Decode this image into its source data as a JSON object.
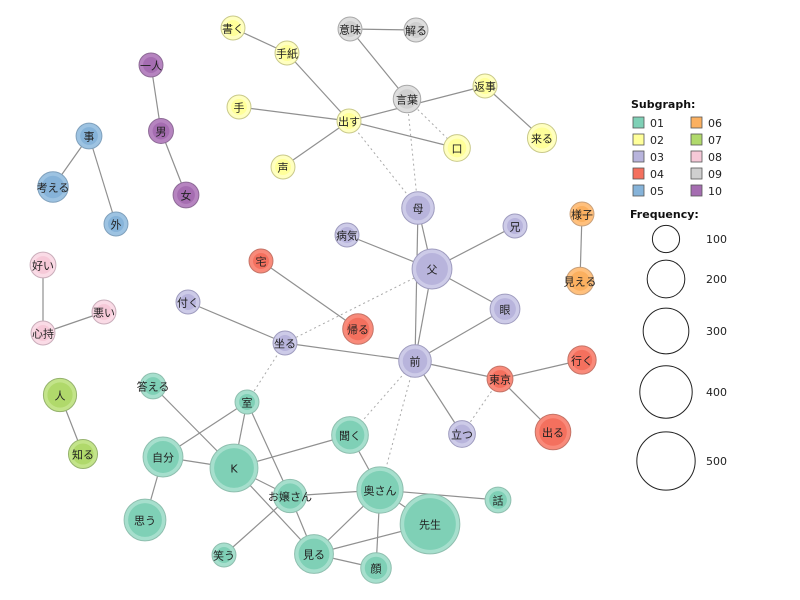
{
  "groups": {
    "01": {
      "fill": "#a6dfcd",
      "core": "#7fd0b6",
      "stroke": "#8fbfaf"
    },
    "02": {
      "fill": "#ffffc0",
      "core": "#ffff9a",
      "stroke": "#c9c98a"
    },
    "03": {
      "fill": "#cdcbe8",
      "core": "#b8b4dc",
      "stroke": "#9f9cbf"
    },
    "04": {
      "fill": "#f98a7a",
      "core": "#f4705e",
      "stroke": "#c57467"
    },
    "05": {
      "fill": "#9dc3e2",
      "core": "#86b3d9",
      "stroke": "#7fa0bc"
    },
    "06": {
      "fill": "#ffc07d",
      "core": "#fbb060",
      "stroke": "#c9a07a"
    },
    "07": {
      "fill": "#c3e48a",
      "core": "#b0d96b",
      "stroke": "#96b36e"
    },
    "08": {
      "fill": "#fadbe6",
      "core": "#f6c9d8",
      "stroke": "#c9adba"
    },
    "09": {
      "fill": "#dedede",
      "core": "#cfcfcf",
      "stroke": "#a9a9a9"
    },
    "10": {
      "fill": "#b684c0",
      "core": "#a56db1",
      "stroke": "#8d6a96"
    }
  },
  "nodes": [
    {
      "id": "kaku",
      "label": "書く",
      "group": "02",
      "freq": 40
    },
    {
      "id": "tegami",
      "label": "手紙",
      "group": "02",
      "freq": 40
    },
    {
      "id": "imi",
      "label": "意味",
      "group": "09",
      "freq": 40
    },
    {
      "id": "wakaru",
      "label": "解る",
      "group": "09",
      "freq": 40
    },
    {
      "id": "hitori",
      "label": "一人",
      "group": "10",
      "freq": 40
    },
    {
      "id": "otoko",
      "label": "男",
      "group": "10",
      "freq": 45
    },
    {
      "id": "onna",
      "label": "女",
      "group": "10",
      "freq": 50
    },
    {
      "id": "te",
      "label": "手",
      "group": "02",
      "freq": 40
    },
    {
      "id": "dasu",
      "label": "出す",
      "group": "02",
      "freq": 40
    },
    {
      "id": "kotoba",
      "label": "言葉",
      "group": "09",
      "freq": 60
    },
    {
      "id": "henji",
      "label": "返事",
      "group": "02",
      "freq": 40
    },
    {
      "id": "kuru",
      "label": "来る",
      "group": "02",
      "freq": 70
    },
    {
      "id": "kuchi",
      "label": "口",
      "group": "02",
      "freq": 55
    },
    {
      "id": "koe",
      "label": "声",
      "group": "02",
      "freq": 40
    },
    {
      "id": "koto",
      "label": "事",
      "group": "05",
      "freq": 50
    },
    {
      "id": "kangaeru",
      "label": "考える",
      "group": "05",
      "freq": 80
    },
    {
      "id": "soto",
      "label": "外",
      "group": "05",
      "freq": 40
    },
    {
      "id": "haha",
      "label": "母",
      "group": "03",
      "freq": 95
    },
    {
      "id": "byouki",
      "label": "病気",
      "group": "03",
      "freq": 40
    },
    {
      "id": "ani",
      "label": "兄",
      "group": "03",
      "freq": 40
    },
    {
      "id": "yousu",
      "label": "様子",
      "group": "06",
      "freq": 40
    },
    {
      "id": "taku",
      "label": "宅",
      "group": "04",
      "freq": 40
    },
    {
      "id": "chichi",
      "label": "父",
      "group": "03",
      "freq": 160
    },
    {
      "id": "yoi",
      "label": "好い",
      "group": "08",
      "freq": 50
    },
    {
      "id": "mieru",
      "label": "見える",
      "group": "06",
      "freq": 60
    },
    {
      "id": "tsuku",
      "label": "付く",
      "group": "03",
      "freq": 40
    },
    {
      "id": "kaeru",
      "label": "帰る",
      "group": "04",
      "freq": 80
    },
    {
      "id": "me",
      "label": "眼",
      "group": "03",
      "freq": 75
    },
    {
      "id": "warui",
      "label": "悪い",
      "group": "08",
      "freq": 40
    },
    {
      "id": "kokoromochi",
      "label": "心持",
      "group": "08",
      "freq": 40
    },
    {
      "id": "suwaru",
      "label": "坐る",
      "group": "03",
      "freq": 40
    },
    {
      "id": "mae",
      "label": "前",
      "group": "03",
      "freq": 95
    },
    {
      "id": "iku",
      "label": "行く",
      "group": "04",
      "freq": 65
    },
    {
      "id": "hito",
      "label": "人",
      "group": "07",
      "freq": 100
    },
    {
      "id": "kotaeru",
      "label": "答える",
      "group": "01",
      "freq": 50
    },
    {
      "id": "tokyo",
      "label": "東京",
      "group": "04",
      "freq": 50
    },
    {
      "id": "shitsu",
      "label": "室",
      "group": "01",
      "freq": 40
    },
    {
      "id": "kiku",
      "label": "聞く",
      "group": "01",
      "freq": 130
    },
    {
      "id": "tatsu",
      "label": "立つ",
      "group": "03",
      "freq": 55
    },
    {
      "id": "deru",
      "label": "出る",
      "group": "04",
      "freq": 120
    },
    {
      "id": "shiru",
      "label": "知る",
      "group": "07",
      "freq": 70
    },
    {
      "id": "jibun",
      "label": "自分",
      "group": "01",
      "freq": 160
    },
    {
      "id": "K",
      "label": "K",
      "group": "01",
      "freq": 250
    },
    {
      "id": "okusan",
      "label": "奥さん",
      "group": "01",
      "freq": 230
    },
    {
      "id": "ojousan",
      "label": "お嬢さん",
      "group": "01",
      "freq": 100
    },
    {
      "id": "hanashi",
      "label": "話",
      "group": "01",
      "freq": 50
    },
    {
      "id": "omou",
      "label": "思う",
      "group": "01",
      "freq": 180
    },
    {
      "id": "sensei",
      "label": "先生",
      "group": "01",
      "freq": 420
    },
    {
      "id": "warau",
      "label": "笑う",
      "group": "01",
      "freq": 40
    },
    {
      "id": "miru",
      "label": "見る",
      "group": "01",
      "freq": 150
    },
    {
      "id": "kao",
      "label": "顔",
      "group": "01",
      "freq": 80
    }
  ],
  "edges": [
    {
      "from": "kaku",
      "to": "tegami",
      "dashed": false
    },
    {
      "from": "tegami",
      "to": "dasu",
      "dashed": false
    },
    {
      "from": "imi",
      "to": "wakaru",
      "dashed": false
    },
    {
      "from": "imi",
      "to": "kotoba",
      "dashed": false
    },
    {
      "from": "hitori",
      "to": "otoko",
      "dashed": false
    },
    {
      "from": "otoko",
      "to": "onna",
      "dashed": false
    },
    {
      "from": "te",
      "to": "dasu",
      "dashed": false
    },
    {
      "from": "dasu",
      "to": "kuchi",
      "dashed": false
    },
    {
      "from": "dasu",
      "to": "koe",
      "dashed": false
    },
    {
      "from": "dasu",
      "to": "henji",
      "dashed": false
    },
    {
      "from": "henji",
      "to": "kuru",
      "dashed": false
    },
    {
      "from": "dasu",
      "to": "haha",
      "dashed": true
    },
    {
      "from": "kotoba",
      "to": "kuchi",
      "dashed": true
    },
    {
      "from": "kotoba",
      "to": "haha",
      "dashed": true
    },
    {
      "from": "koto",
      "to": "kangaeru",
      "dashed": false
    },
    {
      "from": "koto",
      "to": "soto",
      "dashed": false
    },
    {
      "from": "haha",
      "to": "chichi",
      "dashed": false
    },
    {
      "from": "haha",
      "to": "mae",
      "dashed": false
    },
    {
      "from": "byouki",
      "to": "chichi",
      "dashed": false
    },
    {
      "from": "ani",
      "to": "chichi",
      "dashed": false
    },
    {
      "from": "chichi",
      "to": "me",
      "dashed": false
    },
    {
      "from": "chichi",
      "to": "mae",
      "dashed": false
    },
    {
      "from": "chichi",
      "to": "suwaru",
      "dashed": true
    },
    {
      "from": "yousu",
      "to": "mieru",
      "dashed": false
    },
    {
      "from": "taku",
      "to": "kaeru",
      "dashed": false
    },
    {
      "from": "yoi",
      "to": "kokoromochi",
      "dashed": false
    },
    {
      "from": "warui",
      "to": "kokoromochi",
      "dashed": false
    },
    {
      "from": "tsuku",
      "to": "suwaru",
      "dashed": false
    },
    {
      "from": "suwaru",
      "to": "mae",
      "dashed": false
    },
    {
      "from": "suwaru",
      "to": "shitsu",
      "dashed": true
    },
    {
      "from": "mae",
      "to": "me",
      "dashed": false
    },
    {
      "from": "mae",
      "to": "tokyo",
      "dashed": false
    },
    {
      "from": "mae",
      "to": "tatsu",
      "dashed": false
    },
    {
      "from": "mae",
      "to": "kiku",
      "dashed": true
    },
    {
      "from": "mae",
      "to": "okusan",
      "dashed": true
    },
    {
      "from": "tokyo",
      "to": "iku",
      "dashed": false
    },
    {
      "from": "tokyo",
      "to": "deru",
      "dashed": false
    },
    {
      "from": "tokyo",
      "to": "tatsu",
      "dashed": true
    },
    {
      "from": "hito",
      "to": "shiru",
      "dashed": false
    },
    {
      "from": "kotaeru",
      "to": "K",
      "dashed": false
    },
    {
      "from": "shitsu",
      "to": "jibun",
      "dashed": false
    },
    {
      "from": "shitsu",
      "to": "K",
      "dashed": false
    },
    {
      "from": "shitsu",
      "to": "ojousan",
      "dashed": false
    },
    {
      "from": "jibun",
      "to": "K",
      "dashed": false
    },
    {
      "from": "jibun",
      "to": "omou",
      "dashed": false
    },
    {
      "from": "K",
      "to": "kiku",
      "dashed": false
    },
    {
      "from": "K",
      "to": "ojousan",
      "dashed": false
    },
    {
      "from": "K",
      "to": "miru",
      "dashed": false
    },
    {
      "from": "kiku",
      "to": "okusan",
      "dashed": false
    },
    {
      "from": "okusan",
      "to": "ojousan",
      "dashed": false
    },
    {
      "from": "okusan",
      "to": "hanashi",
      "dashed": false
    },
    {
      "from": "okusan",
      "to": "sensei",
      "dashed": false
    },
    {
      "from": "okusan",
      "to": "miru",
      "dashed": false
    },
    {
      "from": "okusan",
      "to": "kao",
      "dashed": false
    },
    {
      "from": "ojousan",
      "to": "miru",
      "dashed": false
    },
    {
      "from": "ojousan",
      "to": "warau",
      "dashed": false
    },
    {
      "from": "sensei",
      "to": "miru",
      "dashed": false
    },
    {
      "from": "miru",
      "to": "kao",
      "dashed": false
    }
  ],
  "legend": {
    "subgraph_title": "Subgraph:",
    "subgraph_items": [
      {
        "label": "01",
        "group": "01"
      },
      {
        "label": "02",
        "group": "02"
      },
      {
        "label": "03",
        "group": "03"
      },
      {
        "label": "04",
        "group": "04"
      },
      {
        "label": "05",
        "group": "05"
      },
      {
        "label": "06",
        "group": "06"
      },
      {
        "label": "07",
        "group": "07"
      },
      {
        "label": "08",
        "group": "08"
      },
      {
        "label": "09",
        "group": "09"
      },
      {
        "label": "10",
        "group": "10"
      }
    ],
    "frequency_title": "Frequency:",
    "frequency_items": [
      {
        "label": "100",
        "value": 100
      },
      {
        "label": "200",
        "value": 200
      },
      {
        "label": "300",
        "value": 300
      },
      {
        "label": "400",
        "value": 400
      },
      {
        "label": "500",
        "value": 500
      }
    ]
  }
}
